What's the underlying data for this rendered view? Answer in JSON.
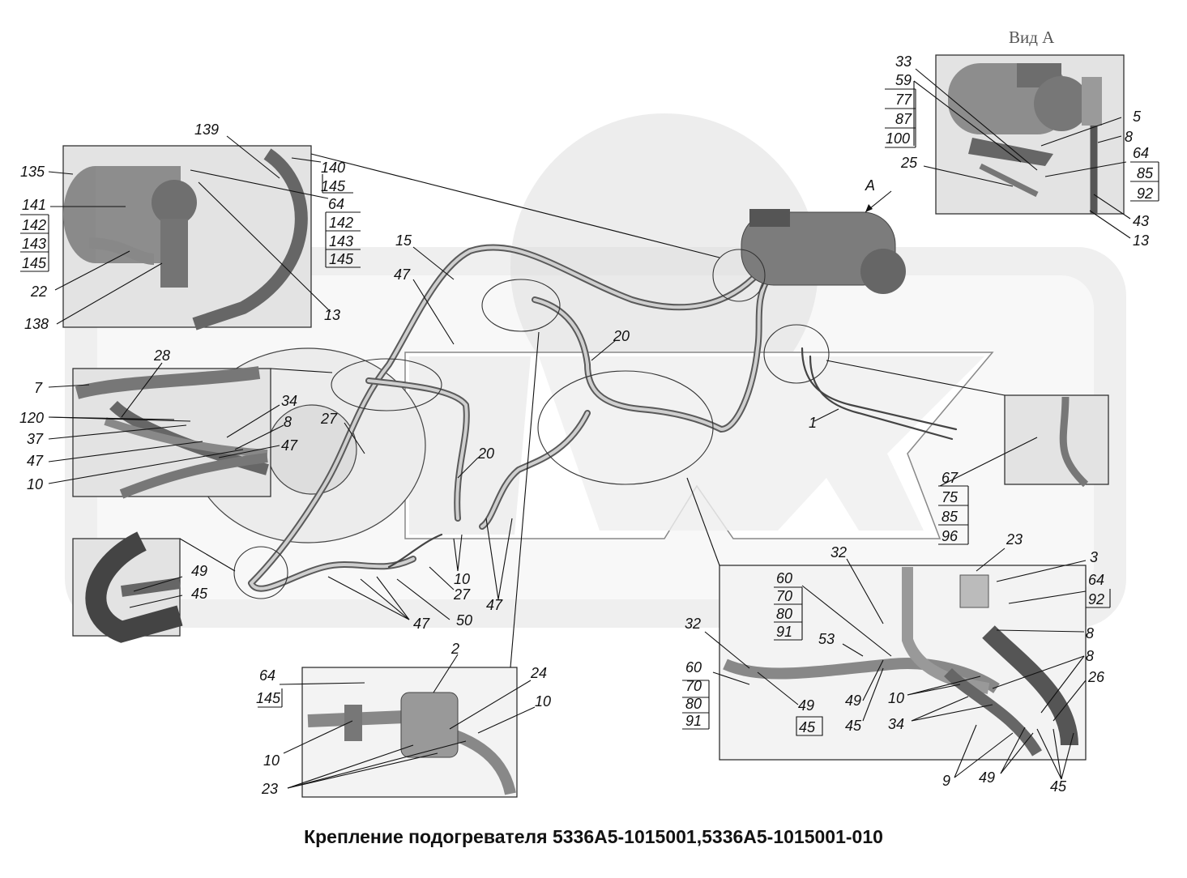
{
  "caption": "Крепление подогревателя 5336А5-1015001,5336А5-1015001-010",
  "view_title": "Вид А",
  "view_arrow_label": "А",
  "callouts": {
    "c33": "33",
    "c59": "59",
    "c77": "77",
    "c87": "87",
    "c100": "100",
    "c5": "5",
    "c8a": "8",
    "c64a": "64",
    "c85a": "85",
    "c92a": "92",
    "c25": "25",
    "c43": "43",
    "c13a": "13",
    "c139": "139",
    "c135": "135",
    "c140": "140",
    "c145a": "145",
    "c64b": "64",
    "c142a": "142",
    "c143a": "143",
    "c145b": "145",
    "c141": "141",
    "c142b": "142",
    "c143b": "143",
    "c145c": "145",
    "c22": "22",
    "c138": "138",
    "c13b": "13",
    "c15": "15",
    "c47a": "47",
    "c20a": "20",
    "c28": "28",
    "c7": "7",
    "c120": "120",
    "c37": "37",
    "c47b": "47",
    "c10a": "10",
    "c34a": "34",
    "c8b": "8",
    "c47c": "47",
    "c27a": "27",
    "c20b": "20",
    "c1": "1",
    "c67": "67",
    "c75": "75",
    "c85b": "85",
    "c96": "96",
    "c49a": "49",
    "c45a": "45",
    "c10b": "10",
    "c27b": "27",
    "c47d": "47",
    "c47e": "47",
    "c50": "50",
    "c2": "2",
    "c24": "24",
    "c64c": "64",
    "c145d": "145",
    "c10c": "10",
    "c10d": "10",
    "c23a": "23",
    "c32a": "32",
    "c23b": "23",
    "c3": "3",
    "c60a": "60",
    "c70a": "70",
    "c80a": "80",
    "c91a": "91",
    "c64d": "64",
    "c92b": "92",
    "c8c": "8",
    "c32b": "32",
    "c53": "53",
    "c8d": "8",
    "c26": "26",
    "c60b": "60",
    "c70b": "70",
    "c80b": "80",
    "c91b": "91",
    "c49b": "49",
    "c45b": "45",
    "c49c": "49",
    "c45c": "45",
    "c10e": "10",
    "c34b": "34",
    "c9": "9",
    "c49d": "49",
    "c45d": "45"
  }
}
